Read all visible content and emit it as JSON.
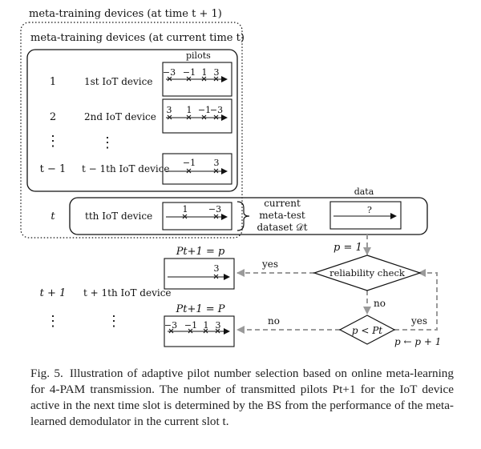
{
  "outer_label": "meta-training devices (at time t + 1)",
  "inner_label": "meta-training devices (at current time t)",
  "pilots_header": "pilots",
  "data_header": "data",
  "devices": [
    {
      "index": "1",
      "name": "1st IoT device",
      "pilots": [
        "−3",
        "−1",
        "1",
        "3"
      ]
    },
    {
      "index": "2",
      "name": "2nd IoT device",
      "pilots": [
        "3",
        "1",
        "−1",
        "−3"
      ]
    },
    {
      "index": "⋮",
      "name": "⋮",
      "pilots": []
    },
    {
      "index": "t − 1",
      "name": "t − 1th IoT device",
      "pilots": [
        "−1",
        "3"
      ]
    }
  ],
  "current_device": {
    "index": "t",
    "name": "tth IoT device",
    "pilots": [
      "1",
      "−3"
    ]
  },
  "dataset_text": [
    "current",
    "meta-test",
    "dataset 𝒟t"
  ],
  "data_symbol": "?",
  "p_init": "p = 1",
  "reliability_check": "reliability check",
  "condition": "p < Pt",
  "yes_label_1": "yes",
  "yes_label_2": "yes",
  "no_label_1": "no",
  "no_label_2": "no",
  "increment": "p ← p + 1",
  "next_device": {
    "index": "t + 1",
    "name": "t + 1th IoT device"
  },
  "result_1": {
    "title": "Pt+1 = p",
    "pilots": [
      "3"
    ]
  },
  "result_2": {
    "title": "Pt+1 = P",
    "pilots": [
      "−3",
      "−1",
      "1",
      "3"
    ]
  },
  "caption": {
    "label": "Fig. 5.",
    "text": "Illustration of adaptive pilot number selection based on online meta-learning for 4-PAM transmission. The number of transmitted pilots Pt+1 for the IoT device active in the next time slot is determined by the BS from the performance of the meta-learned demodulator in the current slot t."
  },
  "colors": {
    "dashed_arrow": "#9a9a9a",
    "line": "#111111"
  }
}
